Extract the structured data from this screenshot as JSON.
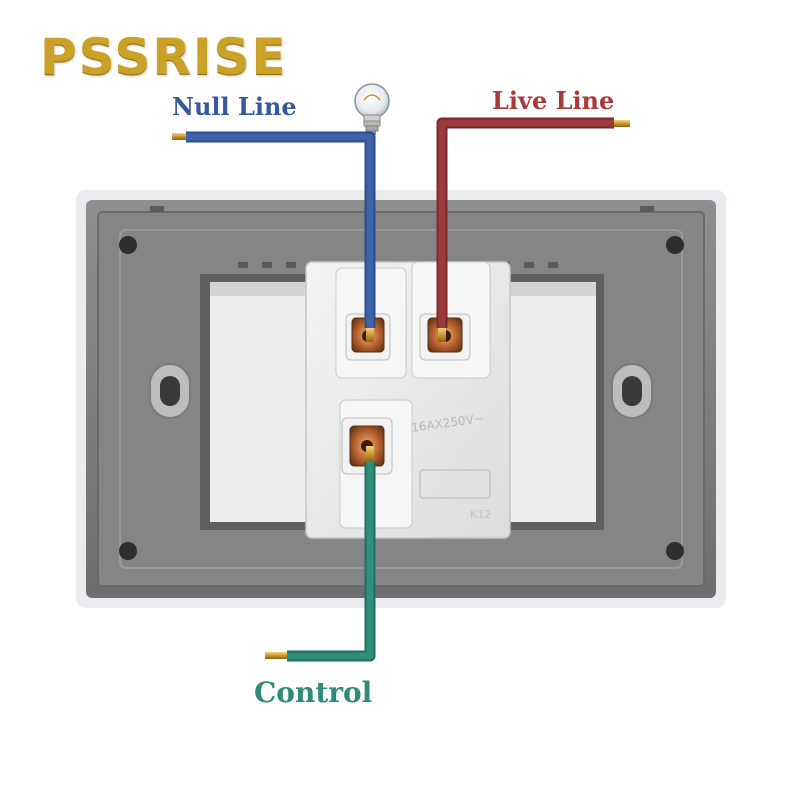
{
  "brand": {
    "name": "PSSRISE",
    "color": "#c9a227"
  },
  "labels": {
    "null_line": "Null Line",
    "live_line": "Live Line",
    "control": "Control"
  },
  "device": {
    "rating": "16AX250V~",
    "model": "K12"
  },
  "wires": {
    "null_color": "#3f63a6",
    "live_color": "#9c3a3e",
    "control_color": "#2f8f7a"
  },
  "icons": [
    "light-bulb-icon",
    "terminal-screw-icon"
  ]
}
